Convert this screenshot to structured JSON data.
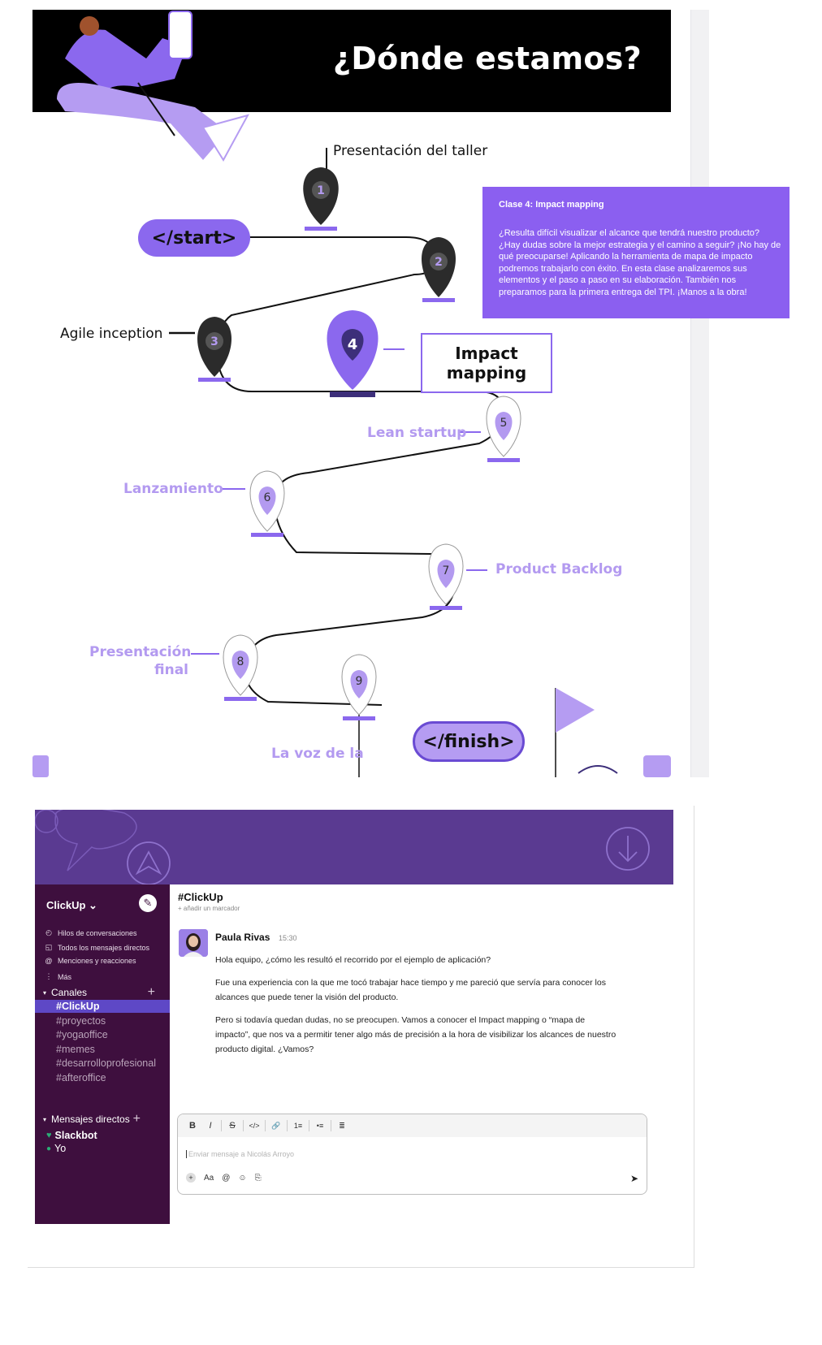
{
  "slide": {
    "title": "¿Dónde estamos?",
    "start_label": "</start>",
    "finish_label": "</finish>",
    "impact_box_line1": "Impact",
    "impact_box_line2": "mapping",
    "milestones": [
      {
        "num": "1",
        "label": "Presentación del taller"
      },
      {
        "num": "2",
        "label": ""
      },
      {
        "num": "3",
        "label": "Agile inception"
      },
      {
        "num": "4",
        "label": "Impact mapping"
      },
      {
        "num": "5",
        "label": "Lean startup"
      },
      {
        "num": "6",
        "label": "Lanzamiento"
      },
      {
        "num": "7",
        "label": "Product Backlog"
      },
      {
        "num": "8",
        "label_line1": "Presentación",
        "label_line2": "final"
      },
      {
        "num": "9",
        "label": "La voz de la"
      }
    ],
    "info_card": {
      "title": "Clase 4: Impact mapping",
      "text": "¿Resulta difícil visualizar el alcance que tendrá nuestro producto? ¿Hay dudas sobre la mejor estrategia y el camino a seguir? ¡No hay de qué preocuparse! Aplicando la herramienta de mapa de impacto podremos trabajarlo con éxito. En esta clase analizaremos sus elementos y el paso a paso en su elaboración. También nos preparamos para la primera entrega del TPI. ¡Manos a la obra!"
    },
    "colors": {
      "accent": "#8b68ee",
      "light_accent": "#b39af0",
      "dark_pin": "#2b2b2b",
      "header": "#000000"
    }
  },
  "slack": {
    "workspace": "ClickUp",
    "nav": [
      {
        "icon": "threads-icon",
        "label": "Hilos de conversaciones"
      },
      {
        "icon": "dm-icon",
        "label": "Todos los mensajes directos"
      },
      {
        "icon": "mention-icon",
        "label": "Menciones y reacciones"
      },
      {
        "icon": "more-icon",
        "label": "Más"
      }
    ],
    "channels_header": "Canales",
    "channels": [
      "#ClickUp",
      "#proyectos",
      "#yogaoffice",
      "#memes",
      "#desarrolloprofesional",
      "#afteroffice"
    ],
    "dm_header": "Mensajes directos",
    "dms": [
      "Slackbot",
      "Yo"
    ],
    "channel_title": "#ClickUp",
    "channel_subtitle": "+ añadir un marcador",
    "message": {
      "author": "Paula Rivas",
      "time": "15:30",
      "p1": "Hola equipo, ¿cómo les resultó el recorrido por el ejemplo de aplicación?",
      "p2": "Fue una experiencia con la que me tocó trabajar hace tiempo y me pareció que servía para conocer los alcances que puede tener la visión del producto.",
      "p3": "Pero si todavía quedan dudas, no se preocupen. Vamos a conocer el Impact mapping o “mapa de impacto”, que nos va a permitir tener algo más de precisión a la hora de visibilizar los alcances de nuestro producto digital. ¿Vamos?"
    },
    "composer": {
      "placeholder": "Enviar mensaje a Nicolás Arroyo",
      "toolbar": [
        "B",
        "I",
        "S",
        "</>",
        "🔗",
        "1≡",
        "•≡",
        "≣"
      ],
      "font_label": "Aa",
      "at_label": "@"
    },
    "colors": {
      "sidebar": "#3e0f3e",
      "banner": "#5a3a91",
      "active_channel": "#5e48c6"
    }
  }
}
